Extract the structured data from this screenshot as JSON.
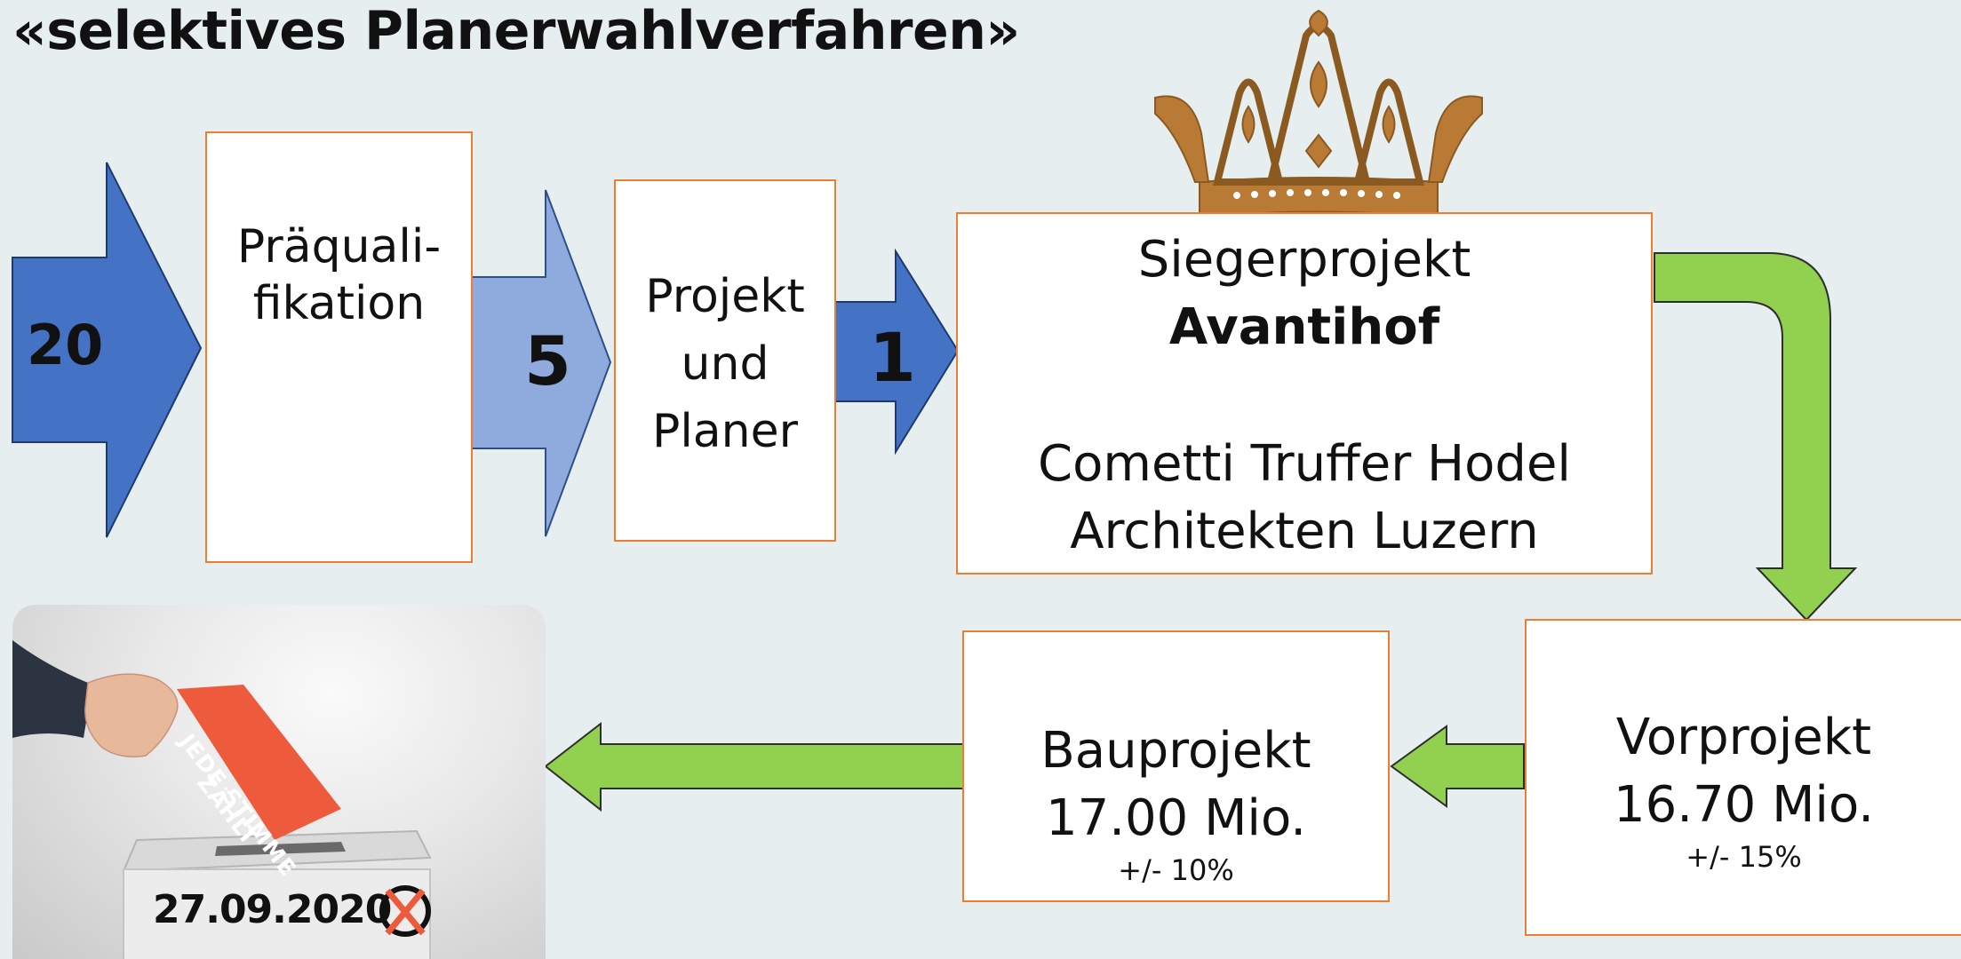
{
  "title": "«selektives Planerwahlverfahren»",
  "stages": {
    "count_20": "20",
    "count_5": "5",
    "count_1": "1",
    "prequal": [
      "Präquali-",
      "fikation"
    ],
    "project": [
      "Projekt",
      "und",
      "Planer"
    ]
  },
  "winner": {
    "label": "Siegerprojekt",
    "name": "Avantihof",
    "firm_line1": "Cometti Truffer Hodel",
    "firm_line2": "Architekten Luzern"
  },
  "vorprojekt": {
    "label": "Vorprojekt",
    "cost": "16.70 Mio.",
    "tolerance": "+/- 15%"
  },
  "bauprojekt": {
    "label": "Bauprojekt",
    "cost": "17.00 Mio.",
    "tolerance": "+/- 10%"
  },
  "vote": {
    "date": "27.09.2020",
    "ballot_line1": "JEDE STIMME",
    "ballot_line2": "ZÄHLT"
  },
  "colors": {
    "arrow_dark_blue": "#4472c4",
    "arrow_light_blue": "#8faadc",
    "arrow_green": "#92d050",
    "box_border": "#ed7d31",
    "crown": "#b97a35",
    "ballot_red": "#ee5a3c"
  },
  "icons": [
    "crown-icon",
    "ballot-x-icon"
  ]
}
